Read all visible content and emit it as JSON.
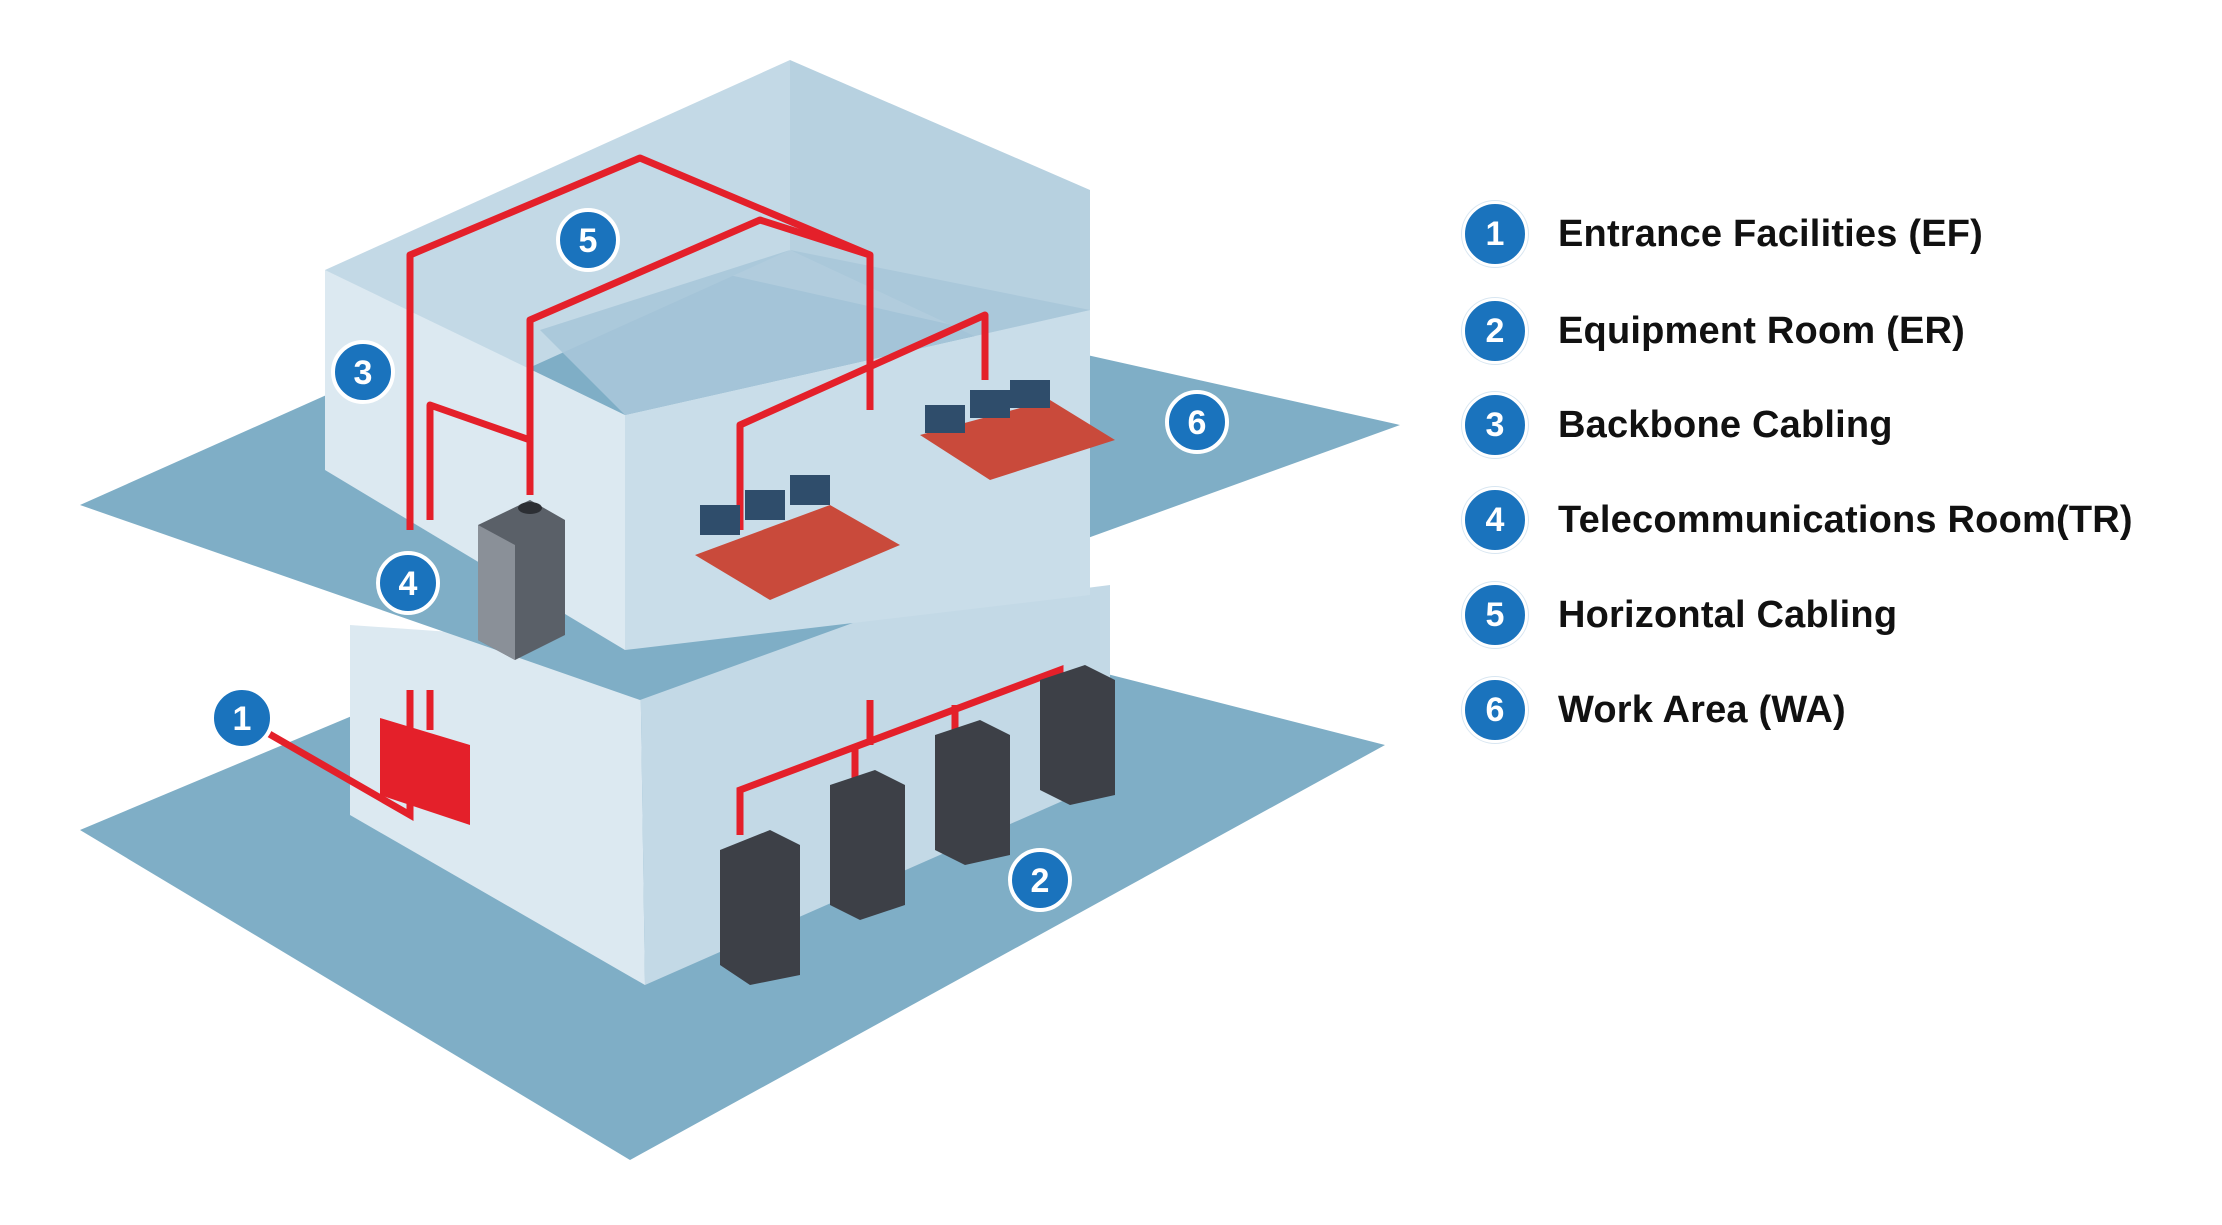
{
  "colors": {
    "floor": "#7faec6",
    "wall_light": "#dce9f1",
    "wall_mid": "#c3d9e6",
    "wall_dark": "#a8c7d9",
    "cable": "#e4202a",
    "badge": "#1a73bd",
    "rack": "#4a4f58"
  },
  "legend": [
    {
      "num": "1",
      "label": "Entrance Facilities (EF)"
    },
    {
      "num": "2",
      "label": "Equipment Room (ER)"
    },
    {
      "num": "3",
      "label": "Backbone Cabling"
    },
    {
      "num": "4",
      "label": "Telecommunications Room(TR)"
    },
    {
      "num": "5",
      "label": "Horizontal Cabling"
    },
    {
      "num": "6",
      "label": "Work Area (WA)"
    }
  ],
  "badges": {
    "b1": "1",
    "b2": "2",
    "b3": "3",
    "b4": "4",
    "b5": "5",
    "b6": "6"
  }
}
